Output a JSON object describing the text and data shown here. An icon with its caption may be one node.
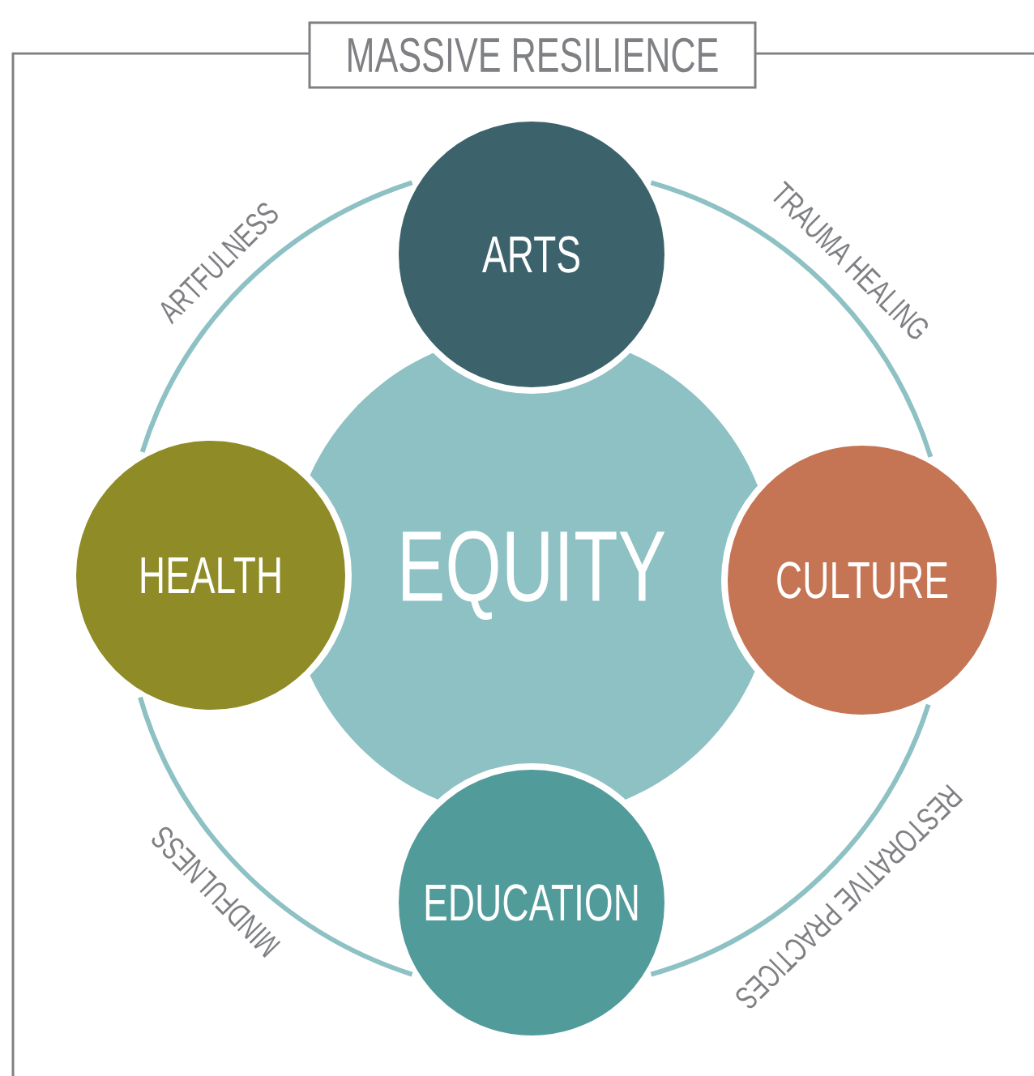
{
  "diagram": {
    "title": "MASSIVE RESILIENCE",
    "nodes": [
      {
        "text": [
          "EQUITY"
        ]
      },
      {
        "text": [
          "ARTS"
        ]
      },
      {
        "text": [
          "CULTURE"
        ]
      },
      {
        "text": [
          "EDUCATION"
        ]
      },
      {
        "text": [
          "HEALTH"
        ]
      }
    ],
    "edges": [
      {
        "from": 1,
        "to": 2,
        "arrow": "none",
        "label": "TRAUMA HEALING"
      },
      {
        "from": 2,
        "to": 3,
        "arrow": "none",
        "label": "RESTORATIVE PRACTICES"
      },
      {
        "from": 3,
        "to": 4,
        "arrow": "none",
        "label": "MINDFULNESS"
      },
      {
        "from": 4,
        "to": 1,
        "arrow": "none",
        "label": "ARTFULNESS"
      }
    ]
  }
}
